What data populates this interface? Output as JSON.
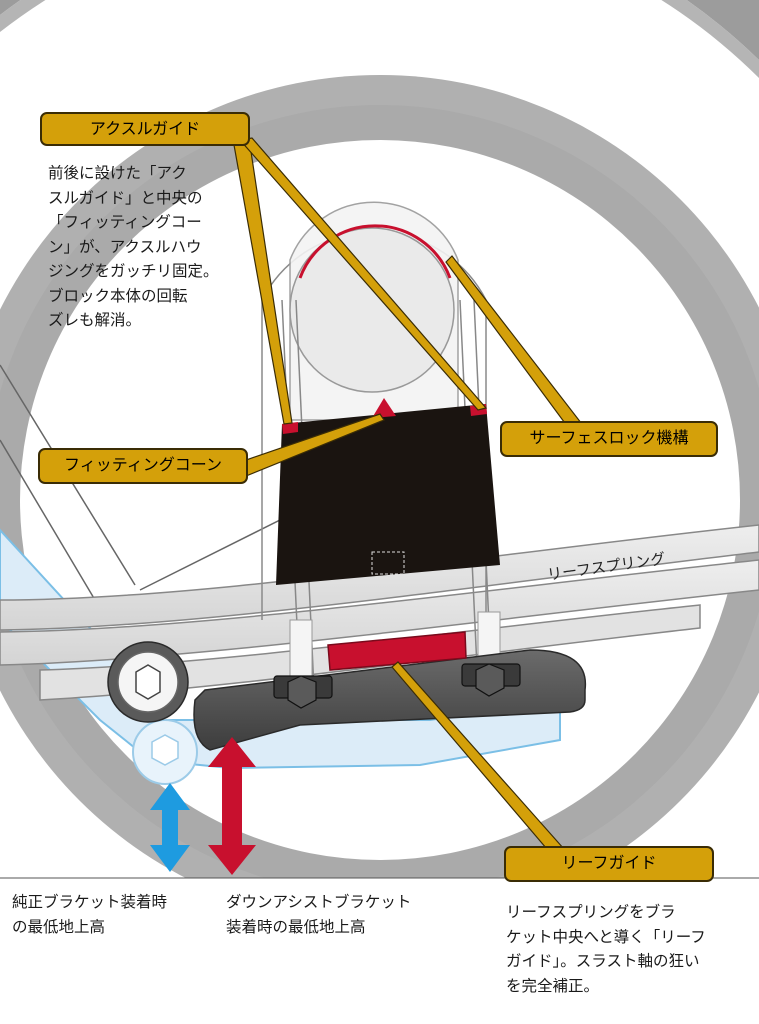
{
  "callouts": {
    "axle_guide": "アクスルガイド",
    "surface_lock": "サーフェスロック機構",
    "fitting_cone": "フィッティングコーン",
    "leaf_guide": "リーフガイド"
  },
  "labels": {
    "leaf_spring": "リーフスプリング"
  },
  "notes": {
    "axle_guide_desc": "前後に設けた「アク\nスルガイド」と中央の\n「フィッティングコー\nン」が、アクスルハウ\nジングをガッチリ固定。\nブロック本体の回転\nズレも解消。",
    "leaf_guide_desc": "リーフスプリングをブラ\nケット中央へと導く「リーフ\nガイド」。スラスト軸の狂い\nを完全補正。",
    "stock_clearance": "純正ブラケット装着時\nの最低地上高",
    "down_assist_clearance": "ダウンアシストブラケット\n装着時の最低地上高"
  },
  "colors": {
    "callout_fill": "#d4a00a",
    "accent_red": "#c8102e",
    "accent_blue": "#1e9be0",
    "block_black": "#1a1410"
  }
}
